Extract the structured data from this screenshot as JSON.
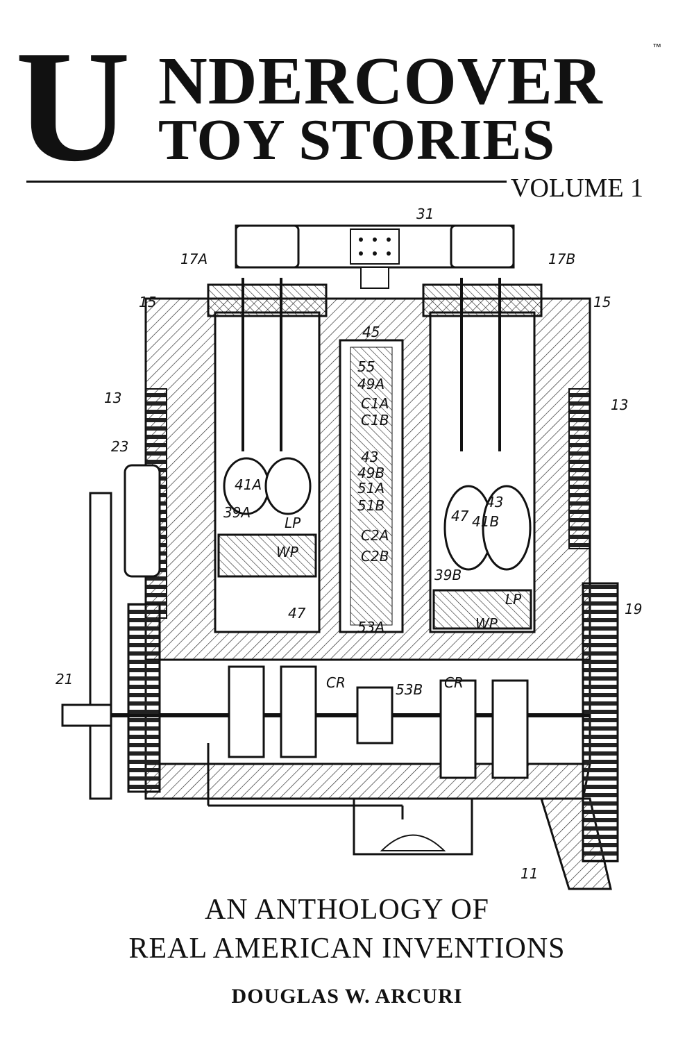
{
  "cover": {
    "title_initial": "U",
    "title_line1": "NDERCOVER",
    "title_line2": "TOY STORIES",
    "trademark": "™",
    "volume": "VOLUME 1",
    "subtitle_line1": "AN ANTHOLOGY OF",
    "subtitle_line2": "REAL AMERICAN INVENTIONS",
    "author": "DOUGLAS W. ARCURI"
  },
  "drawing": {
    "labels": [
      "31",
      "17A",
      "17B",
      "15",
      "15",
      "13",
      "13",
      "45",
      "55",
      "49A",
      "C1A",
      "C1B",
      "23",
      "43",
      "49B",
      "51A",
      "51B",
      "41A",
      "39A",
      "LP",
      "WP",
      "C2A",
      "C2B",
      "47",
      "43",
      "41B",
      "39B",
      "LP",
      "WP",
      "19",
      "47",
      "53A",
      "CR",
      "21",
      "53B",
      "CR",
      "11"
    ]
  }
}
